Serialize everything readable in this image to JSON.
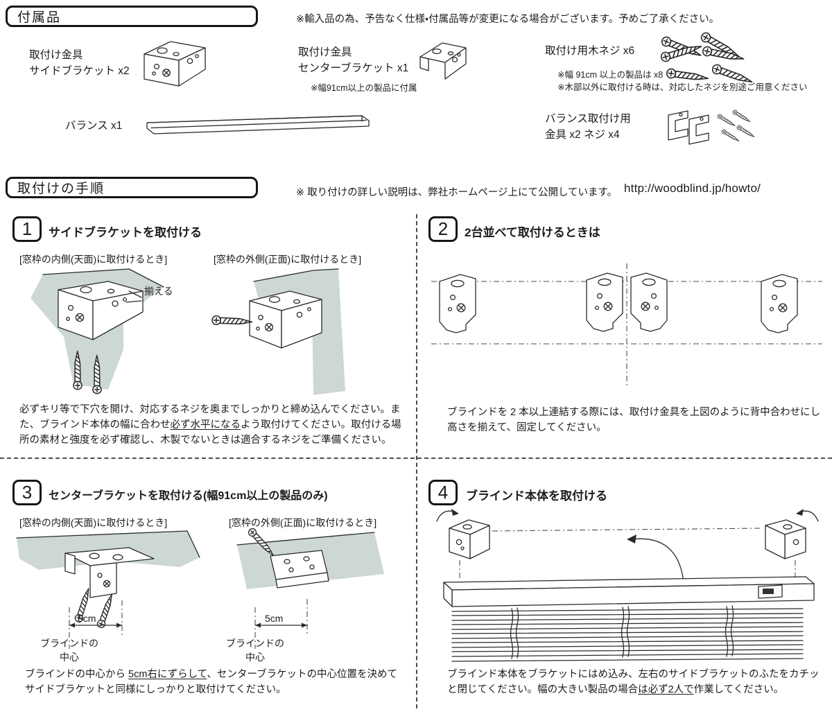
{
  "colors": {
    "shade": "#cdd8d4",
    "ink": "#1b1b1b"
  },
  "accessories": {
    "title": "付属品",
    "notice": "※輸入品の為、予告なく仕様・付属品等が変更になる場合がございます。予めご了承ください。",
    "side_bracket": {
      "line1": "取付け金具",
      "line2": "サイドブラケット x2"
    },
    "center_bracket": {
      "line1": "取付け金具",
      "line2": "センターブラケット x1",
      "note": "※幅91cm以上の製品に付属"
    },
    "wood_screws": {
      "label": "取付け用木ネジ x6",
      "note1": "※幅 91cm 以上の製品は x8",
      "note2": "※木部以外に取付ける時は、対応したネジを別途ご用意ください"
    },
    "valance": {
      "label": "バランス x1"
    },
    "valance_fittings": {
      "line1": "バランス取付け用",
      "line2": "金具 x2  ネジ x4"
    }
  },
  "procedure": {
    "title": "取付けの手順",
    "notice": "※ 取り付けの詳しい説明は、弊社ホームページ上にて公開しています。",
    "url": "http://woodblind.jp/howto/",
    "inside_label": "[窓枠の内側(天面)に取付けるとき]",
    "outside_label": "[窓枠の外側(正面)に取付けるとき]",
    "steps": {
      "s1": {
        "num": "1",
        "title": "サイドブラケットを取付ける",
        "align_label": "揃える",
        "desc_a": "必ずキリ等で下穴を開け、対応するネジを奥までしっかりと締め込んでください。また、ブラインド本体の幅に合わせ",
        "desc_u": "必ず水平になる",
        "desc_b": "よう取付けてください。取付ける場所の素材と強度を必ず確認し、木製でないときは適合するネジをご準備ください。"
      },
      "s2": {
        "num": "2",
        "title": "2台並べて取付けるときは",
        "desc": "ブラインドを 2 本以上連結する際には、取付け金具を上図のように背中合わせにし高さを揃えて、固定してください。"
      },
      "s3": {
        "num": "3",
        "title": "センターブラケットを取付ける(幅91cm以上の製品のみ)",
        "cm_label": "5cm",
        "center_line1": "ブラインドの",
        "center_line2": "中心",
        "desc_a": "ブラインドの中心から ",
        "desc_u": "5cm右にずらして",
        "desc_b": "、センターブラケットの中心位置を決めてサイドブラケットと同様にしっかりと取付けてください。"
      },
      "s4": {
        "num": "4",
        "title": "ブラインド本体を取付ける",
        "desc_a": "ブラインド本体をブラケットにはめ込み、左右のサイドブラケットのふたをカチッと閉じてください。幅の大きい製品の場合",
        "desc_u": "は必ず2人で",
        "desc_b": "作業してください。"
      }
    }
  }
}
